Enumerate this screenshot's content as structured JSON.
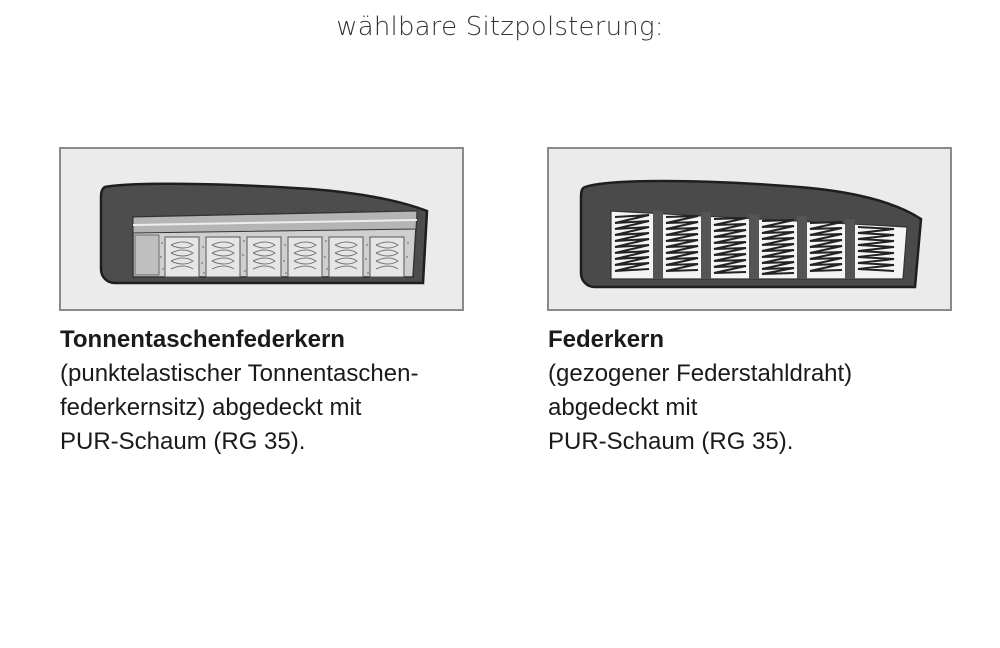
{
  "heading": "wählbare Sitzpolsterung:",
  "options": [
    {
      "title": "Tonnentaschenfederkern",
      "lines": [
        "(punktelastischer Tonnentaschen-",
        "federkernsitz) abgedeckt mit",
        "PUR-Schaum (RG 35)."
      ]
    },
    {
      "title": "Federkern",
      "lines": [
        "(gezogener Federstahldraht)",
        "abgedeckt mit",
        "PUR-Schaum (RG 35)."
      ]
    }
  ],
  "colors": {
    "panel_background": "#ebebeb",
    "panel_border": "#8a8a8a",
    "cushion_shell": "#4a4a4a",
    "foam_layer": "#bdbdbd"
  }
}
